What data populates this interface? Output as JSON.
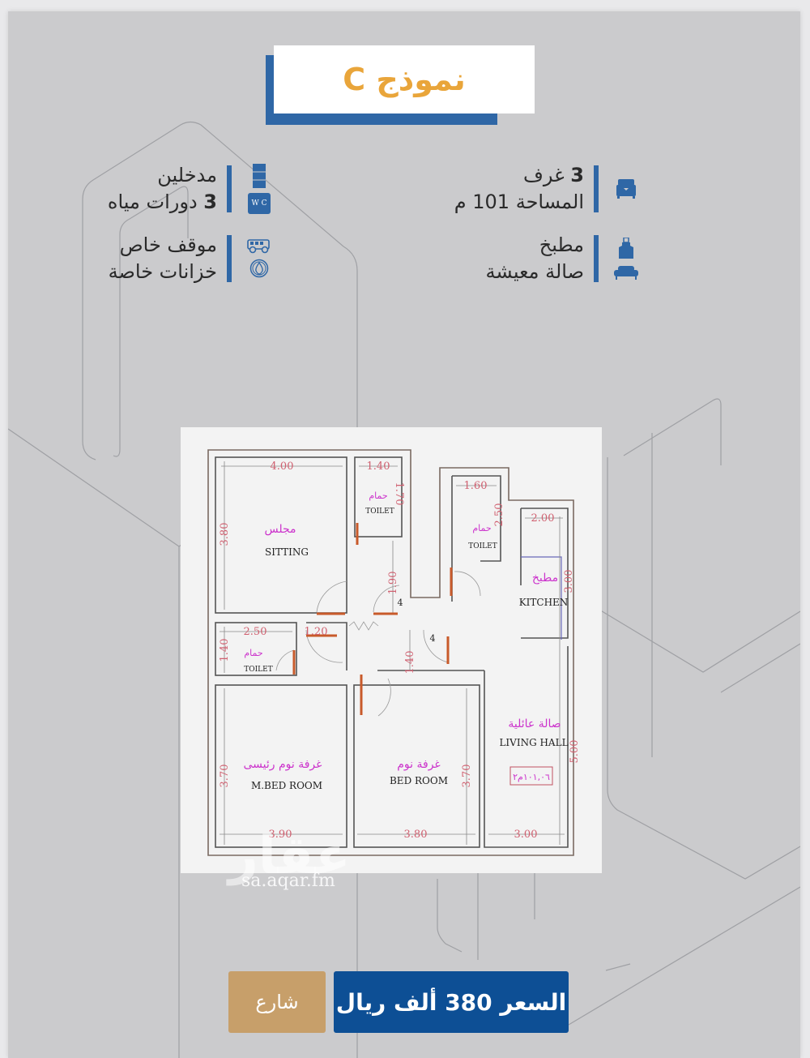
{
  "header": {
    "title": "نموذج C"
  },
  "features_right": [
    {
      "icon": "bed-icon",
      "lines": [
        {
          "bold": "3",
          "text": " غرف"
        },
        {
          "bold": "",
          "text": "المساحة 101 م"
        }
      ]
    },
    {
      "icon": "apron-sofa-icon",
      "lines": [
        {
          "bold": "",
          "text": "مطبخ"
        },
        {
          "bold": "",
          "text": "صالة معيشة"
        }
      ]
    }
  ],
  "features_left": [
    {
      "icon": "door-wc-icon",
      "lines": [
        {
          "bold": "",
          "text": "مدخلين"
        },
        {
          "bold": "3",
          "text": " دورات مياه"
        }
      ]
    },
    {
      "icon": "car-tank-icon",
      "lines": [
        {
          "bold": "",
          "text": "موقف خاص"
        },
        {
          "bold": "",
          "text": "خزانات خاصة"
        }
      ]
    }
  ],
  "icons": {
    "wc_label": "W C"
  },
  "floor_plan": {
    "rooms": [
      {
        "ar": "مجلس",
        "en": "SITTING",
        "width": "4.00",
        "height": "3.80"
      },
      {
        "ar": "حمام",
        "en": "TOILET",
        "width": "1.40",
        "height": "1.70"
      },
      {
        "ar": "حمام",
        "en": "TOILET",
        "width": "1.60",
        "height": "2.50"
      },
      {
        "ar": "مطبخ",
        "en": "KITCHEN",
        "width": "2.00",
        "height": "3.00"
      },
      {
        "ar": "حمام",
        "en": "TOILET",
        "width": "2.50",
        "height": "1.40"
      },
      {
        "ar": "غرفة نوم رئيسى",
        "en": "M.BED  ROOM",
        "width": "3.90",
        "height": "3.70"
      },
      {
        "ar": "غرفة نوم",
        "en": "BED  ROOM",
        "width": "3.80",
        "height": "3.70"
      },
      {
        "ar": "صالة عائلية",
        "en": "LIVING  HALL",
        "width": "3.00",
        "height": "5.00"
      }
    ],
    "corridor_dims": {
      "c1": "1.90",
      "c2": "1.40",
      "c3": "1.20"
    },
    "corridor_labels": {
      "a": "4",
      "b": "4"
    },
    "area_label": "١٠١,٠٦م٢"
  },
  "watermark": {
    "logo": "عقار",
    "url": "sa.aqar.fm"
  },
  "footer": {
    "street_label": "شارع",
    "price_label": "السعر 380 ألف ريال"
  },
  "colors": {
    "accent_blue": "#2f67a6",
    "title_orange": "#e9a53a",
    "price_blue": "#0d4f95",
    "street_tan": "#c79f6a"
  }
}
